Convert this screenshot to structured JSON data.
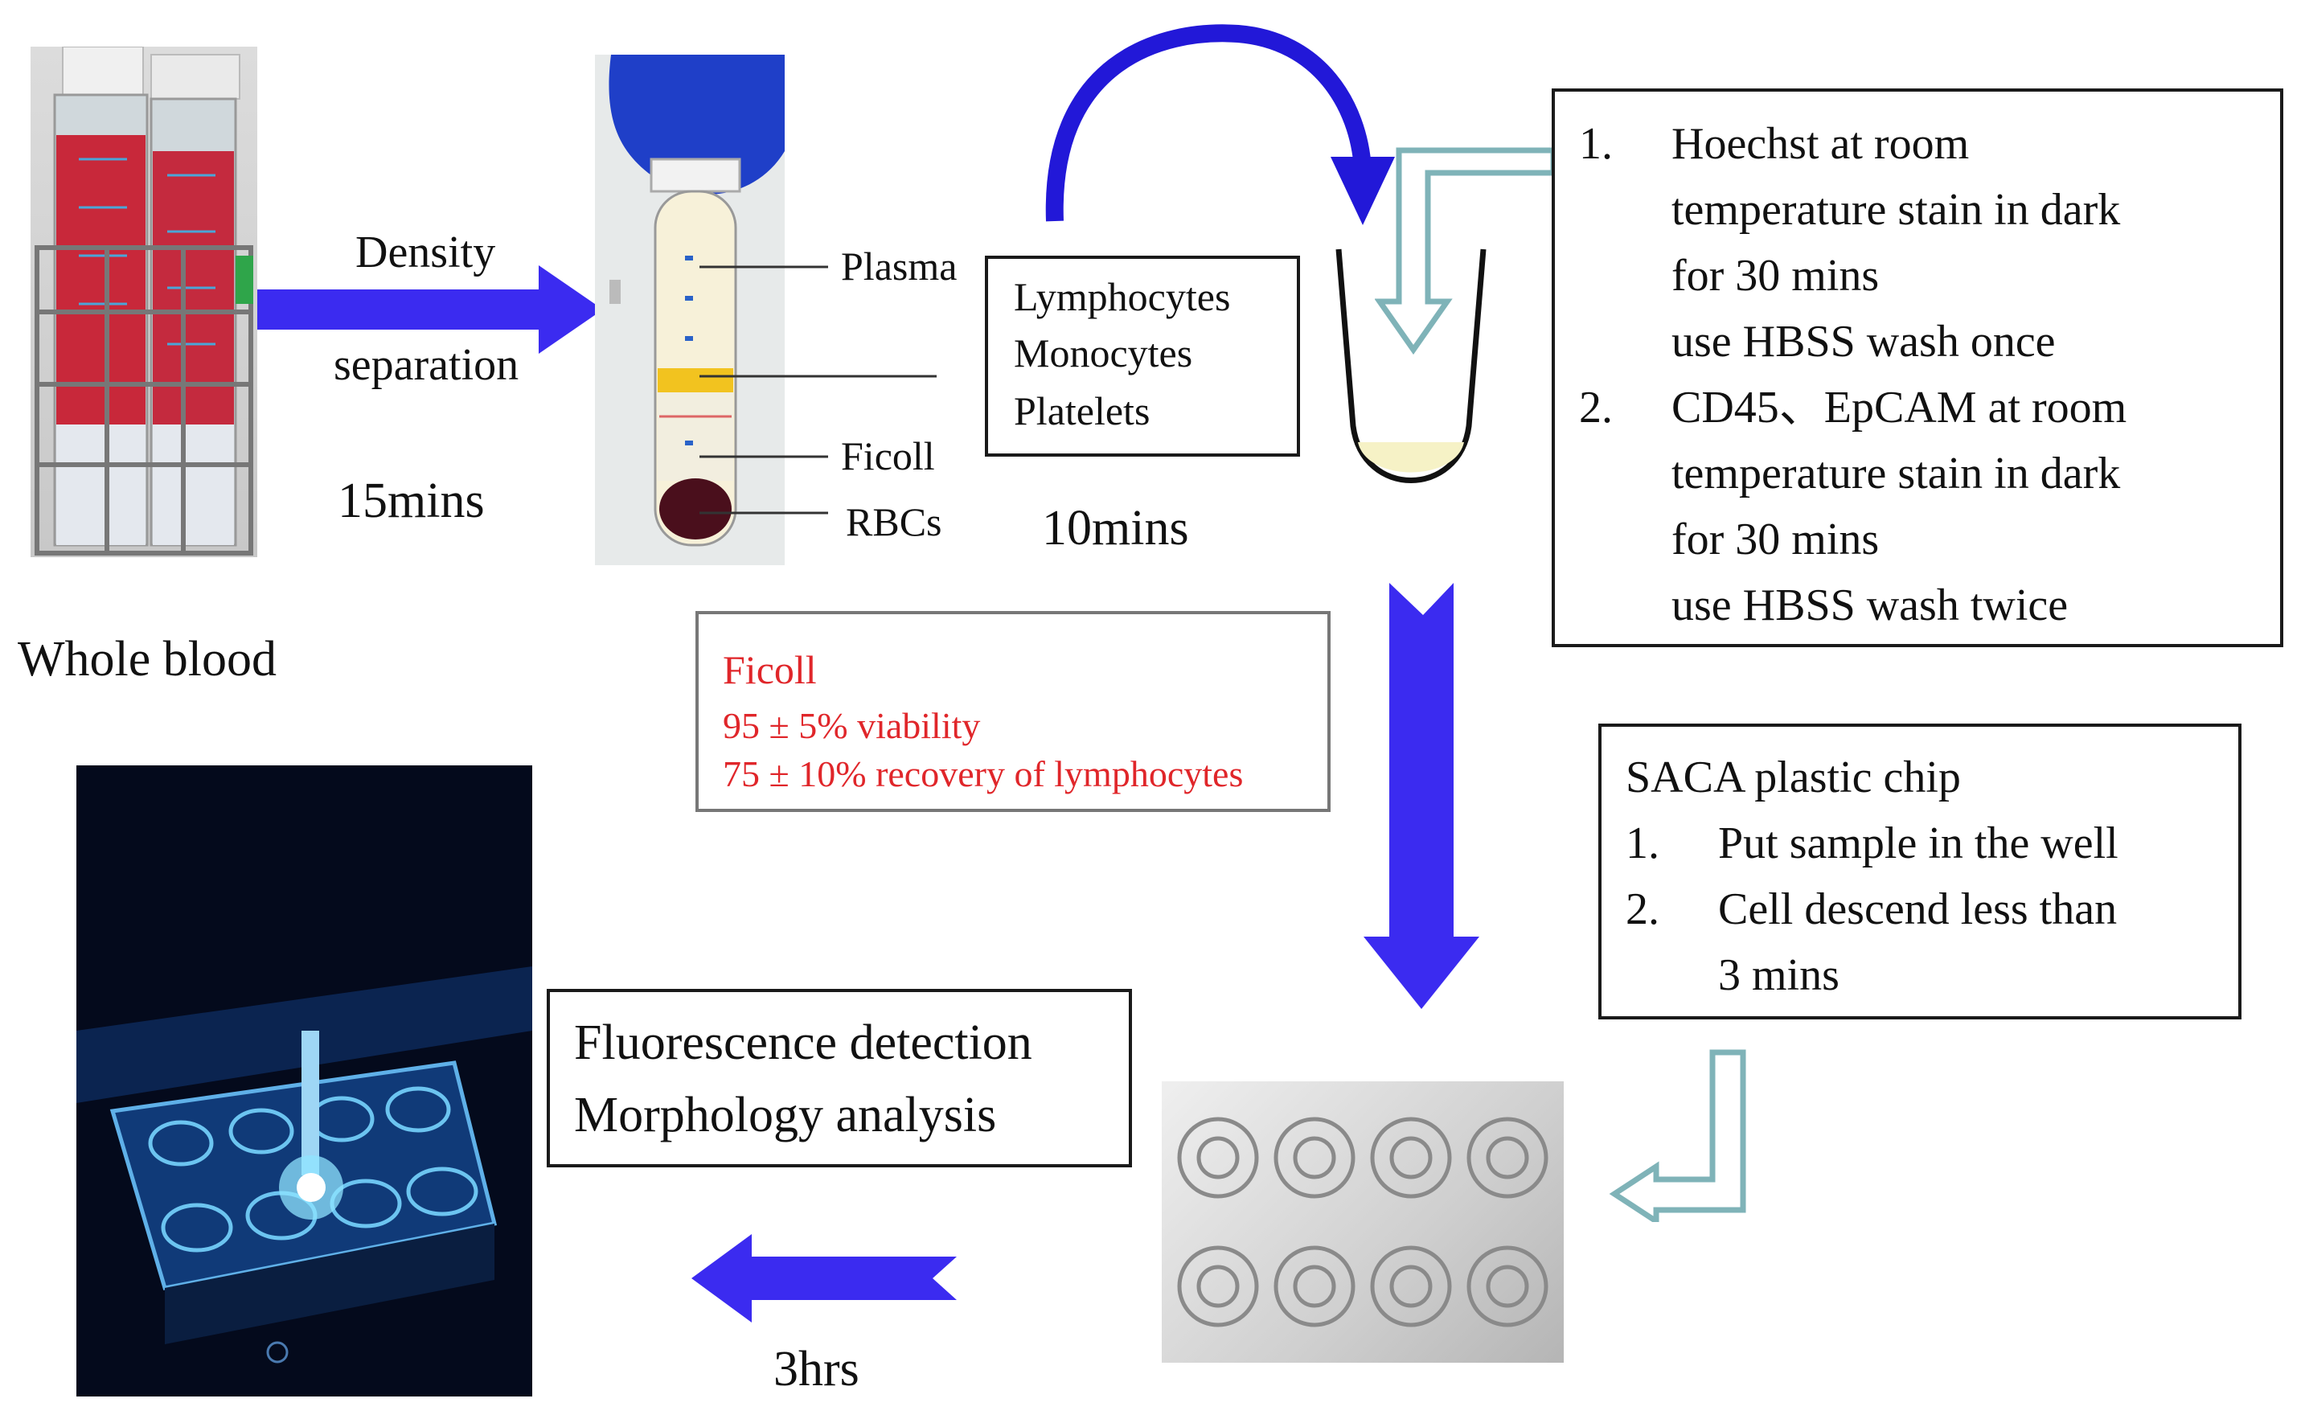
{
  "labels": {
    "whole_blood": "Whole blood",
    "density": "Density",
    "separation": "separation",
    "time_15": "15mins",
    "time_10": "10mins",
    "time_3h": "3hrs",
    "plasma": "Plasma",
    "ficoll": "Ficoll",
    "rbcs": "RBCs"
  },
  "cells_box": {
    "line1": "Lymphocytes",
    "line2": "Monocytes",
    "line3": "Platelets"
  },
  "ficoll_box": {
    "title": "Ficoll",
    "line1": "95 ± 5% viability",
    "line2": "75 ± 10% recovery of lymphocytes"
  },
  "staining_box": {
    "n1": "1.",
    "s1_l1": "Hoechst at room",
    "s1_l2": "temperature stain in dark",
    "s1_l3": "for 30 mins",
    "s1_l4": "use HBSS wash once",
    "n2": "2.",
    "s2_l1": "CD45、EpCAM at room",
    "s2_l2": "temperature stain in dark",
    "s2_l3": "for 30 mins",
    "s2_l4": "use HBSS wash twice"
  },
  "chip_box": {
    "title": "SACA plastic chip",
    "n1": "1.",
    "s1": "Put sample in the well",
    "n2": "2.",
    "s2_l1": "Cell descend less than",
    "s2_l2": "3 mins"
  },
  "detect_box": {
    "line1": "Fluorescence detection",
    "line2": "Morphology analysis"
  },
  "colors": {
    "arrow_blue": "#3b2bf0",
    "arc_blue": "#2218d8",
    "outline_arrow": "#7fb3b8",
    "accent_red": "#e0262a"
  }
}
